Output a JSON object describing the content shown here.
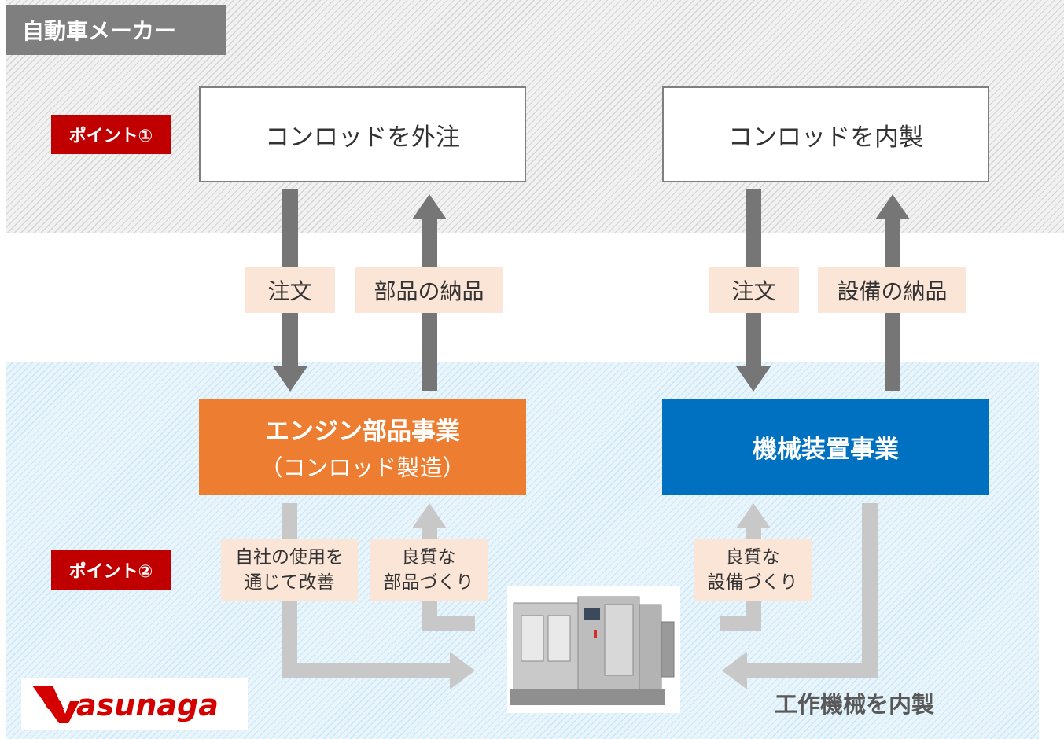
{
  "header": {
    "title": "自動車メーカー"
  },
  "points": {
    "point1": "ポイント①",
    "point2": "ポイント②"
  },
  "top_boxes": {
    "outsource": "コンロッドを外注",
    "inhouse": "コンロッドを内製"
  },
  "flow_labels": {
    "order_left": "注文",
    "parts_delivery": "部品の納品",
    "order_right": "注文",
    "equipment_delivery": "設備の納品"
  },
  "business": {
    "engine_title": "エンジン部品事業",
    "engine_subtitle": "（コンロッド製造）",
    "machinery_title": "機械装置事業"
  },
  "improvement_labels": {
    "own_use": [
      "自社の使用を",
      "通じて改善"
    ],
    "quality_parts": [
      "良質な",
      "部品づくり"
    ],
    "quality_equipment": [
      "良質な",
      "設備づくり"
    ]
  },
  "footer": {
    "caption": "工作機械を内製",
    "logo": "Yasunaga"
  },
  "colors": {
    "point_badge": "#c00000",
    "engine_business": "#ed7d31",
    "machinery_business": "#0070c0",
    "arrow_dark": "#767676",
    "arrow_light": "#c8c8c8",
    "label_bg": "#fbe5d6"
  }
}
